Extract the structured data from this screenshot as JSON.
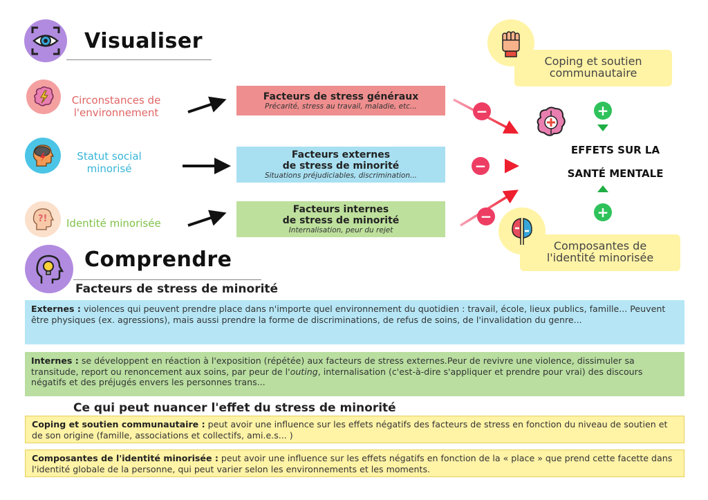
{
  "visualiser": {
    "title": "Visualiser",
    "sources": [
      {
        "label_line1": "Circonstances de",
        "label_line2": "l'environnement",
        "color": "#e06464",
        "icon": "brain-lightning-icon"
      },
      {
        "label_line1": "Statut social",
        "label_line2": "minorisé",
        "color": "#36b5d8",
        "icon": "head-storm-icon"
      },
      {
        "label_line1": "Identité minorisée",
        "label_line2": "",
        "color": "#7fc24a",
        "icon": "head-question-icon"
      }
    ],
    "factors": [
      {
        "title_line1": "Facteurs de stress généraux",
        "title_line2": "",
        "subtitle": "Précarité, stress au travail, maladie, etc...",
        "color": "#ef8e8e"
      },
      {
        "title_line1": "Facteurs externes",
        "title_line2": "de stress de minorité",
        "subtitle": "Situations préjudiciables, discrimination...",
        "color": "#a8e0f2"
      },
      {
        "title_line1": "Facteurs internes",
        "title_line2": "de stress de minorité",
        "subtitle": "Internalisation, peur du rejet",
        "color": "#bde09c"
      }
    ],
    "coping": {
      "line1": "Coping et soutien",
      "line2": "communautaire",
      "icon": "raised-fist-icon"
    },
    "effects": {
      "line1": "EFFETS SUR LA",
      "line2": "SANTÉ MENTALE",
      "icon": "brain-plus-icon"
    },
    "identity": {
      "line1": "Composantes de",
      "line2": "l'identité minorisée",
      "icon": "two-heads-icon"
    },
    "minus_symbol": "−",
    "plus_symbol": "+"
  },
  "comprendre": {
    "title": "Comprendre",
    "subtitle": "Facteurs de stress de minorité",
    "externes": {
      "label": "Externes :",
      "text": " violences qui peuvent prendre place dans n'importe quel environnement du quotidien : travail, école, lieux publics, famille... Peuvent être physiques (ex. agressions), mais aussi prendre la forme de discriminations, de refus de soins, de l'invalidation du genre..."
    },
    "internes": {
      "label": "Internes :",
      "text_a": " se développent en réaction à l'exposition (répétée) aux facteurs de stress externes.Peur de revivre une violence, dissimuler sa transitude, report ou renoncement aux soins, par peur de l'",
      "italic": "outing",
      "text_b": ", internalisation (c'est-à-dire s'appliquer et prendre pour vrai) des discours négatifs et des préjugés envers les personnes trans..."
    },
    "nuance_title": "Ce qui peut nuancer l'effet du stress de minorité",
    "coping": {
      "label": "Coping et soutien communautaire :",
      "text": " peut avoir une influence sur les effets négatifs des facteurs de stress en fonction du niveau de soutien et de son origine (famille, associations et collectifs, ami.e.s... )"
    },
    "identite": {
      "label": "Composantes de l'identité minorisée :",
      "text": " peut avoir une influence sur les effets négatifs en fonction de la « place » que prend cette facette dans l'identité globale de la personne, qui peut varier selon les environnements et les moments."
    }
  },
  "colors": {
    "purple": "#b18be0",
    "minus": "#ee3d63",
    "plus": "#2fc25b",
    "blue_box": "#b6e6f5",
    "green_box": "#b9dea0",
    "yellow_box": "#fff3a6"
  }
}
